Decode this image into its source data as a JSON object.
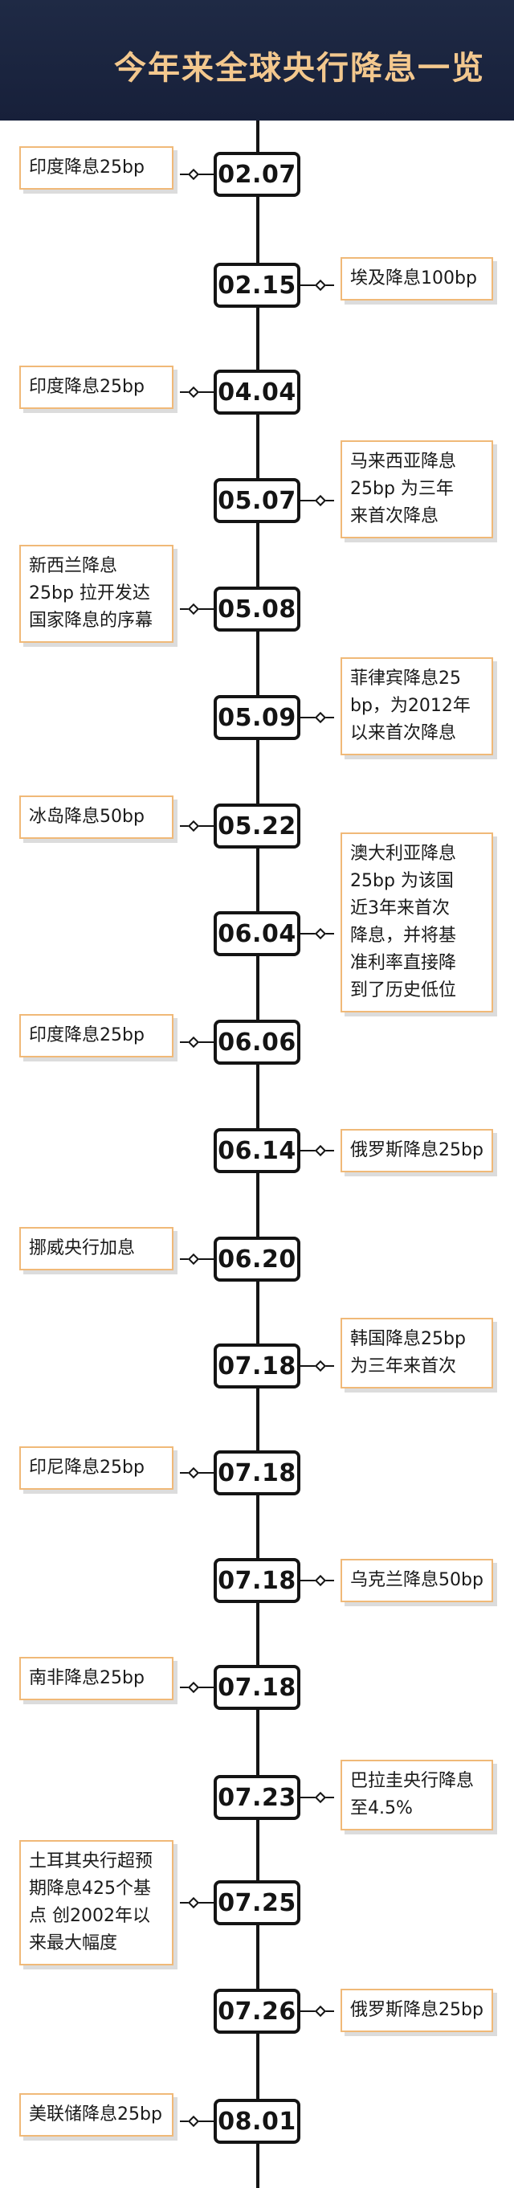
{
  "title": "今年来全球央行降息一览",
  "timeline": [
    {
      "date": "02.07",
      "side": "left",
      "lines": [
        "印度降息25bp"
      ]
    },
    {
      "date": "02.15",
      "side": "right",
      "lines": [
        "埃及降息100bp"
      ]
    },
    {
      "date": "04.04",
      "side": "left",
      "lines": [
        "印度降息25bp"
      ]
    },
    {
      "date": "05.07",
      "side": "right",
      "lines": [
        "马来西亚降息",
        "25bp 为三年",
        "来首次降息"
      ]
    },
    {
      "date": "05.08",
      "side": "left",
      "lines": [
        "新西兰降息",
        "25bp 拉开发达",
        "国家降息的序幕"
      ]
    },
    {
      "date": "05.09",
      "side": "right",
      "lines": [
        "菲律宾降息25",
        "bp，为2012年",
        "以来首次降息"
      ]
    },
    {
      "date": "05.22",
      "side": "left",
      "lines": [
        "冰岛降息50bp"
      ]
    },
    {
      "date": "06.04",
      "side": "right",
      "lines": [
        "澳大利亚降息",
        "25bp 为该国",
        "近3年来首次",
        "降息，并将基",
        "准利率直接降",
        "到了历史低位"
      ]
    },
    {
      "date": "06.06",
      "side": "left",
      "lines": [
        "印度降息25bp"
      ]
    },
    {
      "date": "06.14",
      "side": "right",
      "lines": [
        "俄罗斯降息25bp"
      ]
    },
    {
      "date": "06.20",
      "side": "left",
      "lines": [
        "挪威央行加息"
      ]
    },
    {
      "date": "07.18",
      "side": "right",
      "lines": [
        "韩国降息25bp",
        "为三年来首次"
      ]
    },
    {
      "date": "07.18",
      "side": "left",
      "lines": [
        "印尼降息25bp"
      ]
    },
    {
      "date": "07.18",
      "side": "right",
      "lines": [
        "乌克兰降息50bp"
      ]
    },
    {
      "date": "07.18",
      "side": "left",
      "lines": [
        "南非降息25bp"
      ]
    },
    {
      "date": "07.23",
      "side": "right",
      "lines": [
        "巴拉圭央行降息",
        "至4.5%"
      ]
    },
    {
      "date": "07.25",
      "side": "left",
      "lines": [
        "土耳其央行超预",
        "期降息425个基",
        "点 创2002年以",
        "来最大幅度"
      ]
    },
    {
      "date": "07.26",
      "side": "right",
      "lines": [
        "俄罗斯降息25bp"
      ]
    },
    {
      "date": "08.01",
      "side": "left",
      "lines": [
        "美联储降息25bp"
      ]
    }
  ]
}
